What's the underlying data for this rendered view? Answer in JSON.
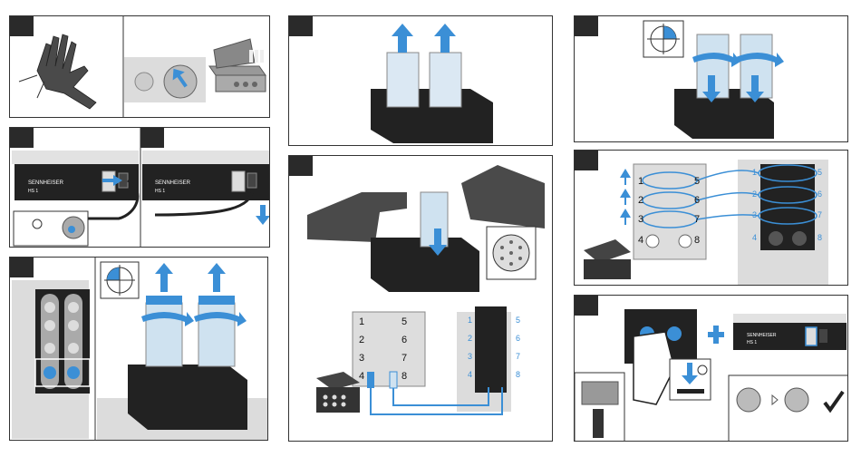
{
  "brand": {
    "logo": "SENNHEISER",
    "model": "HS 1"
  },
  "colors": {
    "accent": "#3b8fd6",
    "dark": "#2a2a2a",
    "glove": "#4a4a4a",
    "marble": "#dcdcdc"
  },
  "connector_matrix": {
    "rows": [
      {
        "left": "1",
        "right": "5"
      },
      {
        "left": "2",
        "right": "6"
      },
      {
        "left": "3",
        "right": "7"
      },
      {
        "left": "4",
        "right": "8"
      }
    ],
    "station_left": [
      "1",
      "2",
      "3",
      "4"
    ],
    "station_right": [
      "5",
      "6",
      "7",
      "8"
    ]
  },
  "icons": [
    "glove-icon",
    "arrow-up-icon",
    "arrow-down-icon",
    "rotate-icon",
    "timer-icon",
    "checkmark-icon",
    "plus-icon",
    "quadrant-icon"
  ]
}
